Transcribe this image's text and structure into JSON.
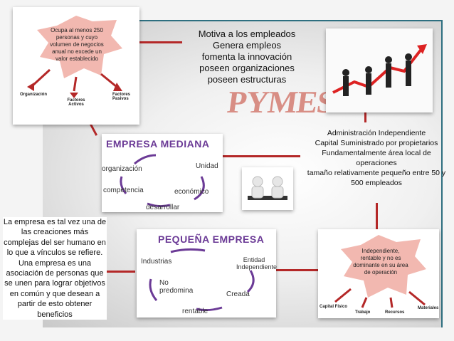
{
  "top_left_card": {
    "star_text": "Ocupa al menos 250 personas y cuyo volumen de negocios anual no excede un valor establecido",
    "labels": [
      "Organización",
      "Factores Activos",
      "Factores Pasivos"
    ]
  },
  "top_center_text": [
    "Motiva a los empleados",
    "Genera empleos",
    "fomenta la innovación",
    "poseen organizaciones",
    "poseen estructuras"
  ],
  "pymes_logo": "PYMES",
  "right_text": [
    "Administración Independiente",
    "Capital Suministrado por propietarios",
    "Fundamentalmente área local de operaciones",
    "tamaño relativamente pequeño entre 50 y 500 empleados"
  ],
  "empresa_mediana": {
    "title": "EMPRESA  MEDIANA",
    "nodes": [
      "Unidad",
      "económico",
      "desarrollar",
      "competencia",
      "organización"
    ]
  },
  "pequena_empresa": {
    "title": "PEQUEÑA EMPRESA",
    "nodes": [
      "Entidad Independiente",
      "Creada",
      "rentable",
      "No predomina",
      "Industrias"
    ]
  },
  "left_text": "La empresa es tal vez una de las creaciones más complejas del ser humano en lo que a vínculos se refiere. Una empresa es una asociación de personas que se unen para lograr objetivos en común y que desean a partir de esto obtener beneficios",
  "bottom_right_card": {
    "star_text": "Independiente, rentable y no es dominante en su área de operación",
    "labels": [
      "Capital Físico",
      "Trabajo",
      "Recursos",
      "Materiales"
    ]
  },
  "colors": {
    "connector": "#b42828",
    "frame": "#2e6f80",
    "purple": "#6b3a96",
    "star": "#f2b8b0"
  }
}
